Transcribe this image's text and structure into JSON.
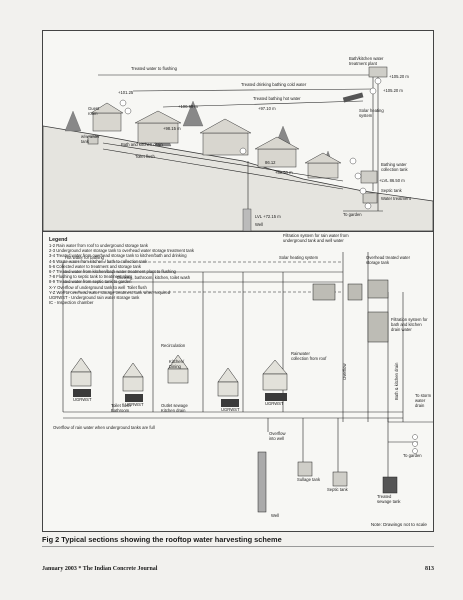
{
  "top_labels": {
    "treated_flushing": "Treated water to flushing",
    "treated_drinking": "Treated drinking bathing cold water",
    "treated_hot": "Treated bathing hot water",
    "bath_kitchen_plant": "Bath/kitchen water treatment plant",
    "solar": "Solar heating system",
    "guest_room": "Guest room",
    "ww_tank": "w/w water tank",
    "bath_drain": "Bath and kitchen drain",
    "toilet_flush": "Toilet flush",
    "bathing_collection": "Bathing water collection tank",
    "septic": "Septic tank",
    "water_treatment": "Water treatment",
    "to_garden": "To garden",
    "well": "Well",
    "lvl1": "+105.20 m",
    "lvl2": "+105.20 m",
    "lvl3": "+101.25",
    "lvl4": "+100.90 m",
    "lvl5": "+97.10 m",
    "lvl6": "+98.15 m",
    "lvl7": "+LVL 86.50 m",
    "lvl8": "LVL +72.15 m",
    "lvl9": "+89.50 m",
    "lvl10": "86.12"
  },
  "bottom_labels": {
    "filtration_rain": "Filtration system for rain water from underground tank and well water",
    "overhead_tank": "Overhead treated water storage tank",
    "hot_bathing": "Hot water for bathing",
    "solar": "Solar heating system",
    "drinking": "Drinking, bathroom, kitchen, toilet wash",
    "toilet_flush": "Toilet flush",
    "recirculation": "Recirculation",
    "kitchen_dining": "Kitchen/ Dining",
    "rainwater": "Rainwater collection from roof",
    "filtration_bath": "Filtration system for bath and kitchen drain water",
    "ugrwst": "UGRWST",
    "overflow": "Overflow",
    "bath_kitchen_drain": "Bath & kitchen drain",
    "to_storm": "To storm water drain",
    "toilet_flush_bath": "Toilet flush Bathroom",
    "outlet_sewage": "Outlet sewage Kitchen drain",
    "overflow_rain": "Overflow of rain water when underground tanks are full",
    "overflow_well": "Overflow into well",
    "sullage": "Sullage tank",
    "septic": "Septic tank",
    "treated_sewage": "Treated sewage tank",
    "well": "Well",
    "to_garden": "To garden"
  },
  "legend": {
    "title": "Legend",
    "items": [
      "1-2  Rain water from roof to underground storage tank",
      "2-3  Underground water storage tank to overhead water storage treatment tank",
      "3-4  Treated water from overhead storage tank to kitchen/bath and drinking",
      "4-5  Waste water from kitchen / bath to collection tank",
      "5-6  Collected water to treatment and storage tank",
      "6-7  Treated water from kitchen/bath water treatment plant to flushing",
      "7-8  Flushing to septic tank to treatment plant",
      "8-9  Treated water from septic tank to garden",
      "X-Y  Overflow of underground tank to well",
      "Y-Z  Well to overhead water storage treatment tank when required",
      "UGRWST - Underground rain water storage tank",
      "IC - Inspection chamber"
    ]
  },
  "note": "Note: Drawings not to scale",
  "caption": "Fig 2 Typical sections showing the rooftop water harvesting scheme",
  "footer": {
    "left": "January 2003 * The Indian Concrete Journal",
    "right": "813"
  }
}
